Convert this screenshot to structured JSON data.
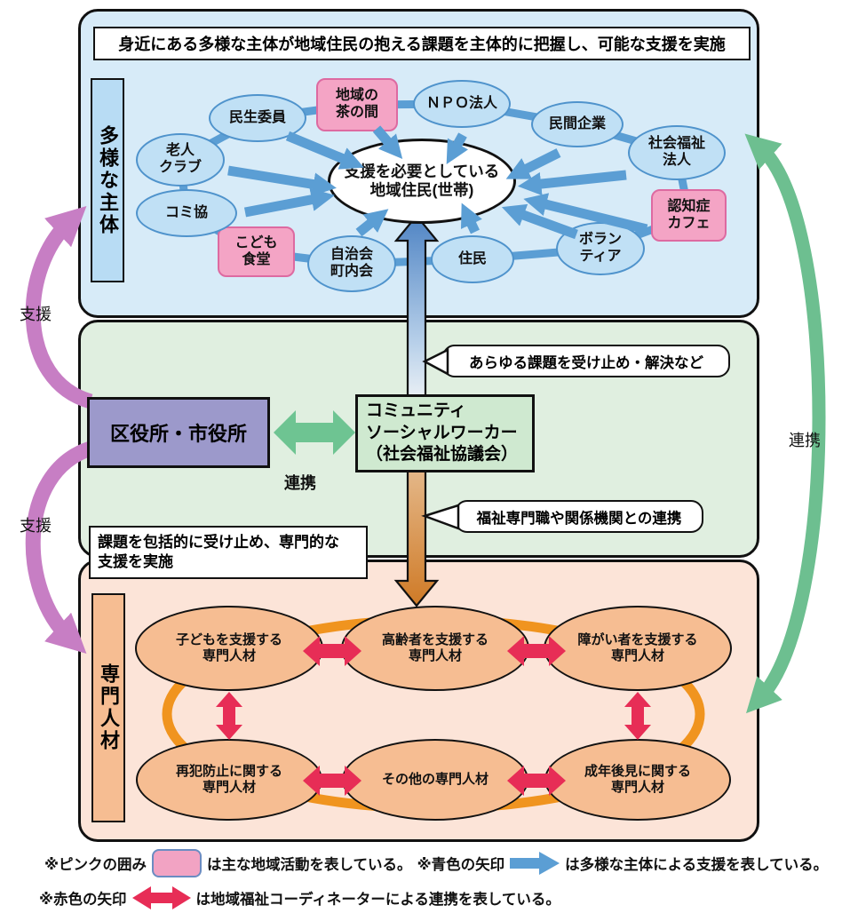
{
  "banner": "身近にある多様な主体が地域住民の抱える課題を主体的に把握し、可能な支援を実施",
  "community": {
    "side_label": "多様な主体",
    "center": "支援を必要としている\n地域住民(世帯)",
    "nodes": [
      {
        "label": "老人\nクラブ"
      },
      {
        "label": "民生委員"
      },
      {
        "label": "地域の\n茶の間"
      },
      {
        "label": "ＮＰＯ法人"
      },
      {
        "label": "民間企業"
      },
      {
        "label": "社会福祉\n法人"
      },
      {
        "label": "認知症\nカフェ"
      },
      {
        "label": "ボラン\nティア"
      },
      {
        "label": "住民"
      },
      {
        "label": "自治会\n町内会"
      },
      {
        "label": "こども\n食堂"
      },
      {
        "label": "コミ協"
      }
    ]
  },
  "government": {
    "office_box": "区役所・市役所",
    "csw_box": "コミュニティ\nソーシャルワーカー\n（社会福祉協議会）",
    "renkei_label": "連携",
    "callout_top": "あらゆる課題を受け止め・解決など",
    "callout_bottom": "福祉専門職や関係機関との連携",
    "task_box": "課題を包括的に受け止め、専門的な\n支援を実施"
  },
  "professional": {
    "side_label": "専門人材",
    "nodes": [
      {
        "label": "子どもを支援する\n専門人材"
      },
      {
        "label": "高齢者を支援する\n専門人材"
      },
      {
        "label": "障がい者を支援する\n専門人材"
      },
      {
        "label": "再犯防止に関する\n専門人材"
      },
      {
        "label": "その他の専門人材"
      },
      {
        "label": "成年後見に関する\n専門人材"
      }
    ]
  },
  "side_labels": {
    "shien_top": "支援",
    "shien_bottom": "支援",
    "renkei_right": "連携"
  },
  "legend": {
    "pink_prefix": "※ピンクの囲み",
    "pink_desc": "は主な地域活動を表している。",
    "blue_prefix": "※青色の矢印",
    "blue_desc": "は多様な主体による支援を表している。",
    "red_prefix": "※赤色の矢印",
    "red_desc": "は地域福祉コーディネーターによる連携を表している。"
  },
  "colors": {
    "blue_arrow": "#5b9ed4",
    "red_arrow": "#e72d56",
    "green_arrow": "#6dbf90",
    "orchid_arrow": "#c77ec4",
    "orange_ring": "#f0941f",
    "pink_box": "#f4a4c5",
    "purple_box": "#9c99cb",
    "section_blue": "#d7ebf8",
    "section_green": "#e0efe0",
    "section_orange": "#fce4d8"
  }
}
